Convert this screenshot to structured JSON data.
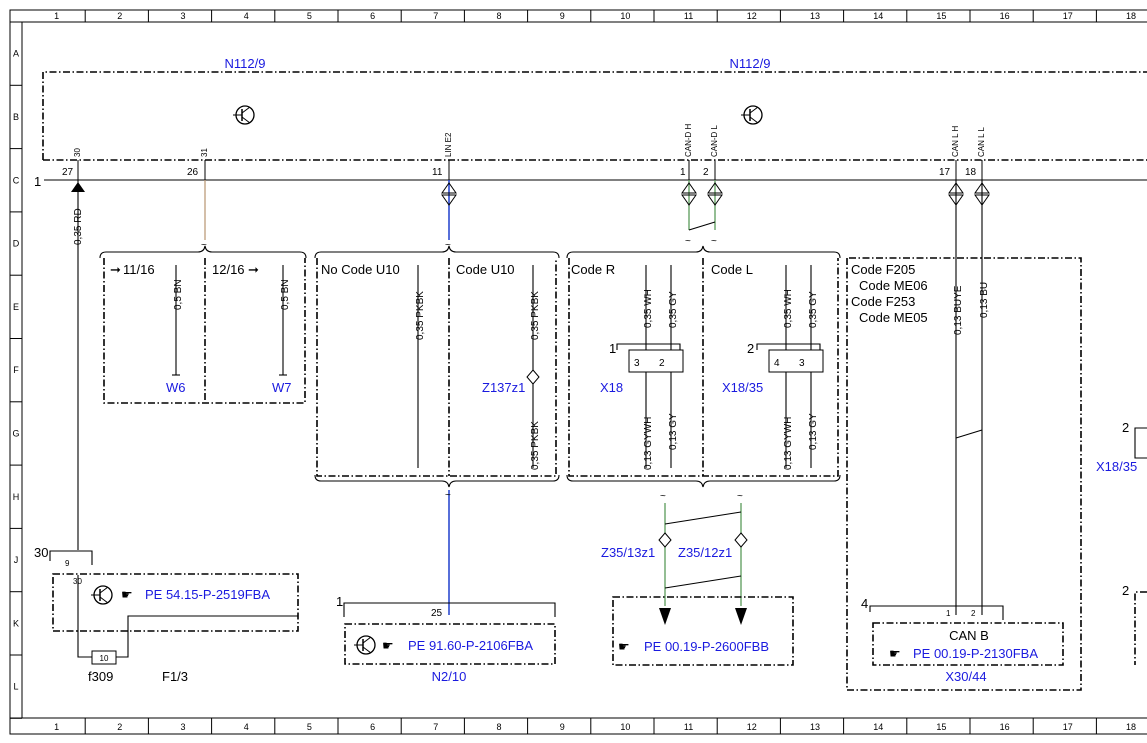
{
  "grid": {
    "columns": [
      "1",
      "2",
      "3",
      "4",
      "5",
      "6",
      "7",
      "8",
      "9",
      "10",
      "11",
      "12",
      "13",
      "14",
      "15",
      "16",
      "17",
      "18"
    ],
    "rows": [
      "A",
      "B",
      "C",
      "D",
      "E",
      "F",
      "G",
      "H",
      "J",
      "K",
      "L"
    ]
  },
  "colors": {
    "link_blue": "#1a1adf",
    "wire_blue": "#1f3fcc",
    "wire_green": "#5a9a5a",
    "wire_brown": "#b89470"
  },
  "module": {
    "name_left": "N112/9",
    "name_right": "N112/9",
    "pins": [
      {
        "label": "30",
        "num": "27"
      },
      {
        "label": "31",
        "num": "26"
      },
      {
        "label": "LIN E2",
        "num": "11"
      },
      {
        "label": "CAN-D H",
        "num": "1"
      },
      {
        "label": "CAN-D L",
        "num": "2"
      },
      {
        "label": "CAN L H",
        "num": "17"
      },
      {
        "label": "CAN L L",
        "num": "18"
      }
    ],
    "row_marker": "1"
  },
  "wires": {
    "w30": "0,35 RD",
    "w6": "0,5 BN",
    "w7": "0,5 BN",
    "pkbk1": "0,35 PKBK",
    "pkbk2": "0,35 PKBK",
    "pkbk3": "0,35 PKBK",
    "wh1": "0,35 WH",
    "gy1": "0,35 GY",
    "wh2": "0,35 WH",
    "gy2": "0,35 GY",
    "gywh1": "0,13 GYWH",
    "gy3": "0,13 GY",
    "gywh2": "0,13 GYWH",
    "gy4": "0,13 GY",
    "buye": "0,13 BUYE",
    "bu": "0,13 BU"
  },
  "boxes": {
    "w6_ref": "11/16",
    "w6_name": "W6",
    "w7_ref": "12/16",
    "w7_name": "W7",
    "u10_no": "No Code U10",
    "u10": "Code U10",
    "z137": "Z137z1",
    "code_r": "Code R",
    "code_l": "Code L",
    "x18": "X18",
    "x18_35": "X18/35",
    "x18_pin_group": "1",
    "x18_35_pin_group": "2",
    "x18_pins": [
      "3",
      "2"
    ],
    "x18_35_pins": [
      "4",
      "3"
    ],
    "code_f205": "Code F205",
    "code_me06": "Code ME06",
    "code_f253": "Code F253",
    "code_me05": "Code ME05",
    "right_edge_num": "2",
    "right_edge_label": "X18/35",
    "right_edge_num2": "2"
  },
  "bottom": {
    "f13_num": "30",
    "f13_pin9": "9",
    "f13_pin30": "30",
    "f13_ref": "PE 54.15-P-2519FBA",
    "fuse_value": "10",
    "fuse_name": "f309",
    "fuse_label": "F1/3",
    "n210_num": "1",
    "n210_pin": "25",
    "n210_ref": "PE 91.60-P-2106FBA",
    "n210_name": "N2/10",
    "z35_13": "Z35/13z1",
    "z35_12": "Z35/12z1",
    "pe_2600": "PE 00.19-P-2600FBB",
    "x30_num": "4",
    "x30_pin1": "1",
    "x30_pin2": "2",
    "x30_bus": "CAN B",
    "x30_ref": "PE 00.19-P-2130FBA",
    "x30_name": "X30/44"
  }
}
